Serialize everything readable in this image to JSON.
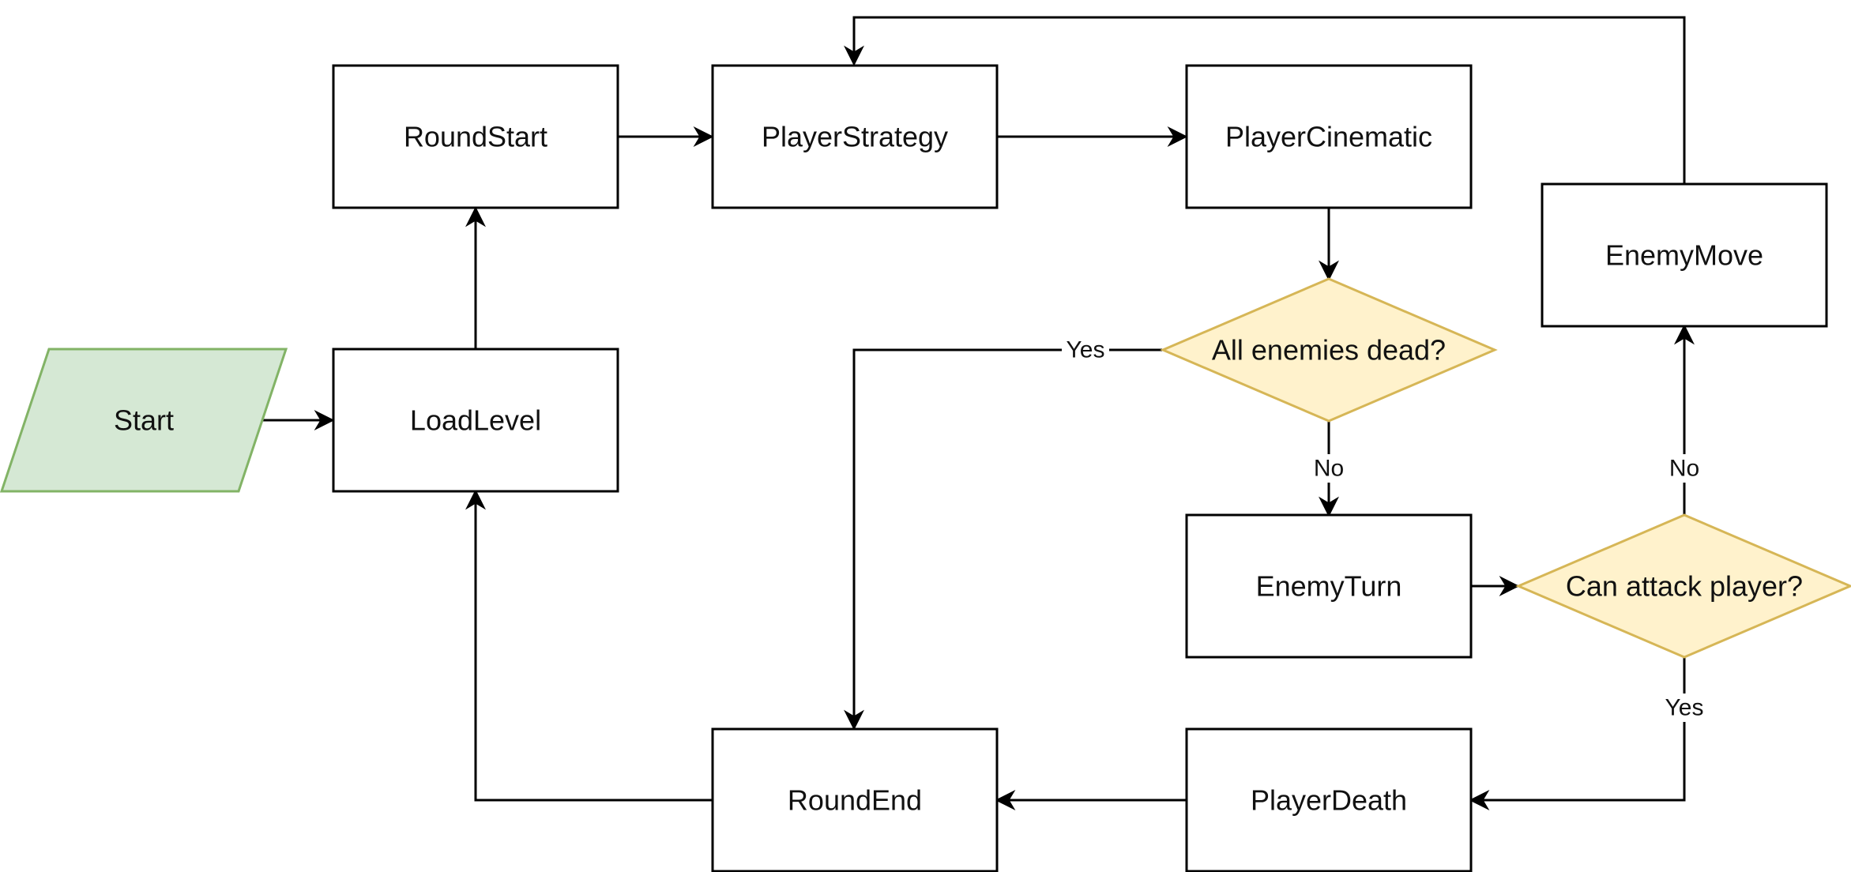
{
  "nodes": {
    "start": "Start",
    "load_level": "LoadLevel",
    "round_start": "RoundStart",
    "player_strategy": "PlayerStrategy",
    "player_cinematic": "PlayerCinematic",
    "all_enemies_dead": "All enemies dead?",
    "enemy_turn": "EnemyTurn",
    "can_attack_player": "Can attack player?",
    "enemy_move": "EnemyMove",
    "player_death": "PlayerDeath",
    "round_end": "RoundEnd"
  },
  "edge_labels": {
    "all_dead_yes": "Yes",
    "all_dead_no": "No",
    "can_attack_no": "No",
    "can_attack_yes": "Yes"
  },
  "colors": {
    "start_fill": "#d5e8d4",
    "start_stroke": "#82b366",
    "decision_fill": "#fff2cc",
    "decision_stroke": "#d6b656"
  }
}
